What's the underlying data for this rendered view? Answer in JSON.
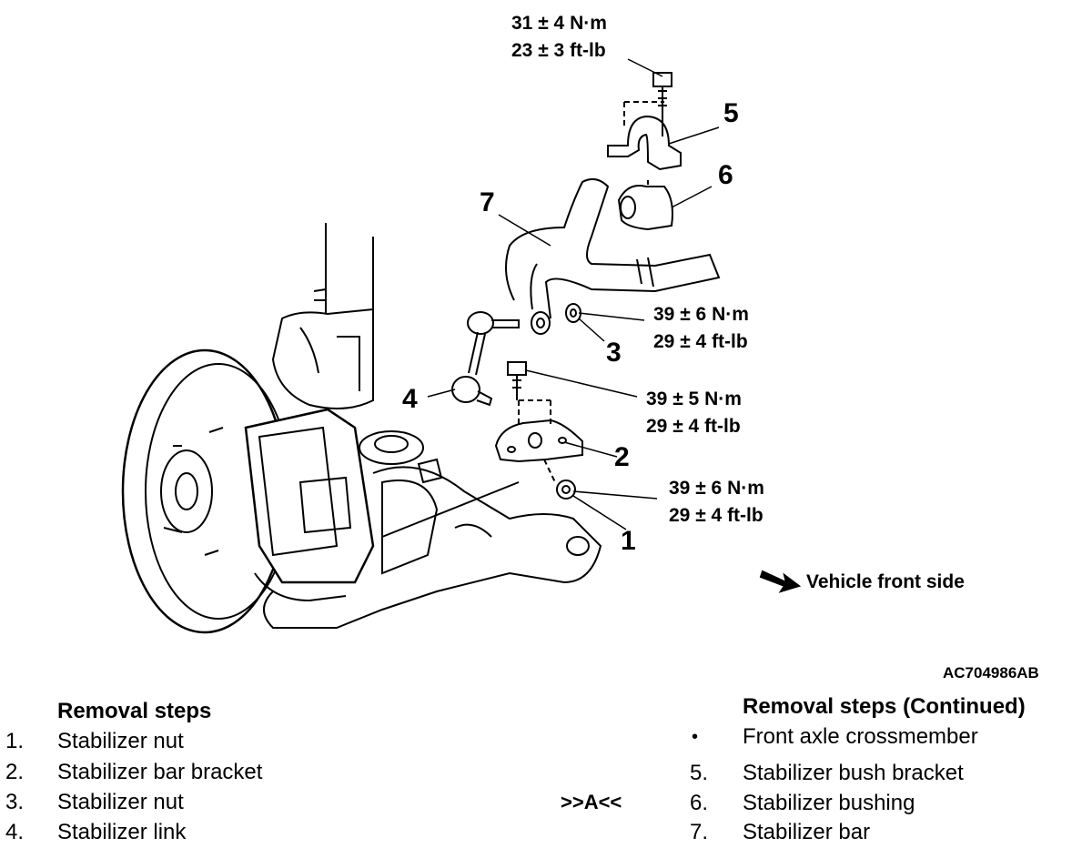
{
  "diagram": {
    "torque_specs": [
      {
        "line1": "31 ± 4 N·m",
        "line2": "23 ± 3 ft-lb"
      },
      {
        "line1": "39 ± 6 N·m",
        "line2": "29 ± 4 ft-lb"
      },
      {
        "line1": "39 ± 5 N·m",
        "line2": "29 ± 4 ft-lb"
      },
      {
        "line1": "39 ± 6 N·m",
        "line2": "29 ± 4 ft-lb"
      }
    ],
    "callouts": [
      "1",
      "2",
      "3",
      "4",
      "5",
      "6",
      "7"
    ],
    "front_label": "Vehicle front side",
    "figure_id": "AC704986AB"
  },
  "steps": {
    "title": "Removal steps",
    "items": [
      {
        "num": "1.",
        "label": "Stabilizer nut"
      },
      {
        "num": "2.",
        "label": "Stabilizer bar bracket"
      },
      {
        "num": "3.",
        "label": "Stabilizer nut"
      },
      {
        "num": "4.",
        "label": "Stabilizer link"
      }
    ],
    "marker": ">>A<<"
  },
  "steps_continued": {
    "title": "Removal steps (Continued)",
    "items": [
      {
        "num": "•",
        "label": "Front axle crossmember"
      },
      {
        "num": "5.",
        "label": "Stabilizer bush bracket"
      },
      {
        "num": "6.",
        "label": "Stabilizer bushing"
      },
      {
        "num": "7.",
        "label": "Stabilizer bar"
      }
    ]
  }
}
